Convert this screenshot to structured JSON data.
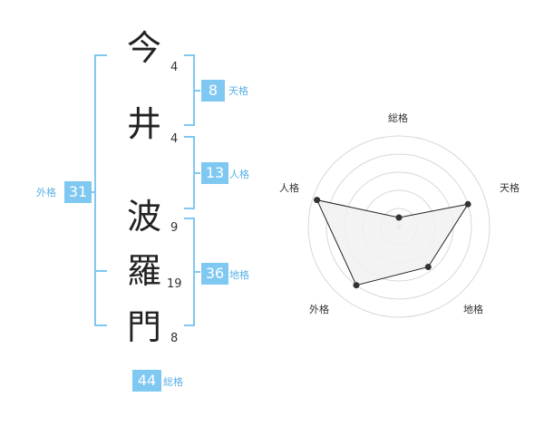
{
  "characters": [
    {
      "char": "今",
      "strokes": "4"
    },
    {
      "char": "井",
      "strokes": "4"
    },
    {
      "char": "波",
      "strokes": "9"
    },
    {
      "char": "羅",
      "strokes": "19"
    },
    {
      "char": "門",
      "strokes": "8"
    }
  ],
  "fortunes": {
    "tenkaku": {
      "label": "天格",
      "value": "8"
    },
    "jinkaku": {
      "label": "人格",
      "value": "13"
    },
    "chikaku": {
      "label": "地格",
      "value": "36"
    },
    "gaikaku": {
      "label": "外格",
      "value": "31"
    },
    "soukaku": {
      "label": "総格",
      "value": "44"
    }
  },
  "radar": {
    "axes": [
      "総格",
      "天格",
      "地格",
      "外格",
      "人格"
    ],
    "levels": [
      0.1,
      0.8,
      0.55,
      0.8,
      0.95
    ],
    "fill_color": "#f1f1f1",
    "stroke_color": "#222222",
    "grid_color": "#d8d8d8"
  },
  "colors": {
    "accent": "#7fc8f2",
    "accent_text": "#5ab1e6"
  }
}
